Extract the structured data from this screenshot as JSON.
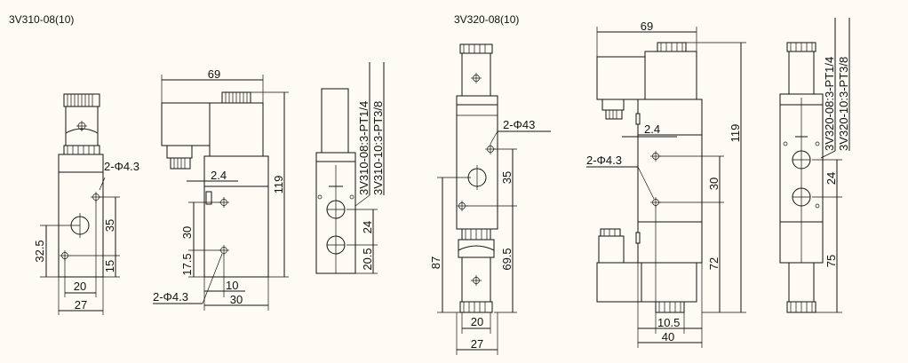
{
  "titles": {
    "left": "3V310-08(10)",
    "right": "3V320-08(10)"
  },
  "v310": {
    "front": {
      "hole_label": "2-Φ4.3",
      "dim_35": "35",
      "dim_32_5": "32.5",
      "dim_15": "15",
      "dim_20": "20",
      "dim_27": "27"
    },
    "side": {
      "dim_69": "69",
      "dim_2_4": "2.4",
      "dim_119": "119",
      "dim_30": "30",
      "dim_17_5": "17.5",
      "dim_10": "10",
      "dim_30b": "30",
      "hole_label": "2-Φ4.3"
    },
    "port": {
      "spec1": "3V310-08:3-PT1/4",
      "spec2": "3V310-10:3-PT3/8",
      "dim_24": "24",
      "dim_20_5": "20.5"
    }
  },
  "v320": {
    "front": {
      "hole_label": "2-Φ43",
      "dim_35": "35",
      "dim_87": "87",
      "dim_69_5": "69.5",
      "dim_20": "20",
      "dim_27": "27"
    },
    "side": {
      "dim_69": "69",
      "dim_2_4": "2.4",
      "hole_label": "2-Φ4.3",
      "dim_119": "119",
      "dim_30": "30",
      "dim_72": "72",
      "dim_10_5": "10.5",
      "dim_40": "40"
    },
    "port": {
      "spec1": "3V320-08:3-PT1/4",
      "spec2": "3V320-10:3-PT3/8",
      "dim_24": "24",
      "dim_75": "75"
    }
  }
}
